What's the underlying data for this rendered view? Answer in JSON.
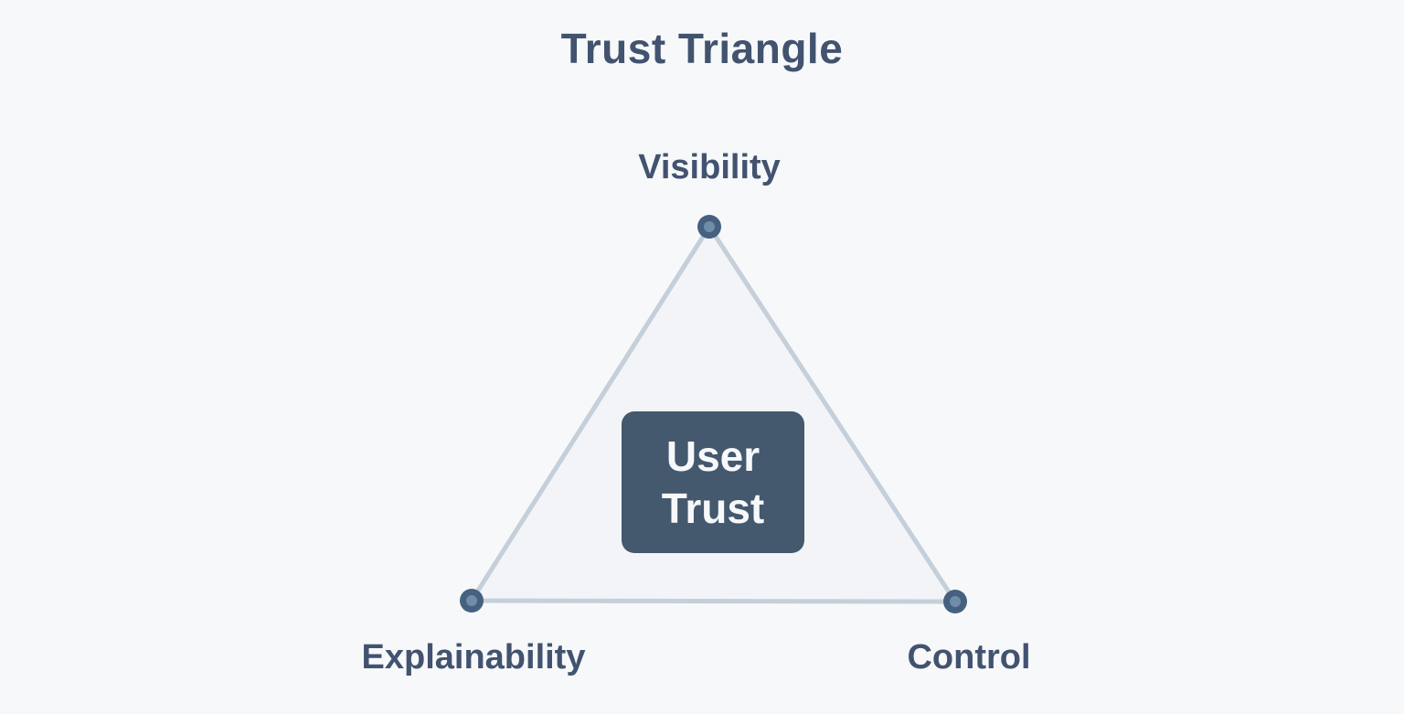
{
  "diagram": {
    "title": "Trust Triangle",
    "center": {
      "line1": "User",
      "line2": "Trust"
    },
    "vertices": [
      {
        "label": "Visibility",
        "position": "top"
      },
      {
        "label": "Explainability",
        "position": "bottom-left"
      },
      {
        "label": "Control",
        "position": "bottom-right"
      }
    ],
    "colors": {
      "background": "#f7f8fa",
      "title_text": "#42536f",
      "label_text": "#42536f",
      "triangle_line": "#c5cfd9",
      "triangle_fill": "#f2f4f7",
      "node_outer": "#46617f",
      "node_inner": "#6f8ca9",
      "center_box": "#44586e",
      "center_text": "#f6f8fa"
    }
  }
}
